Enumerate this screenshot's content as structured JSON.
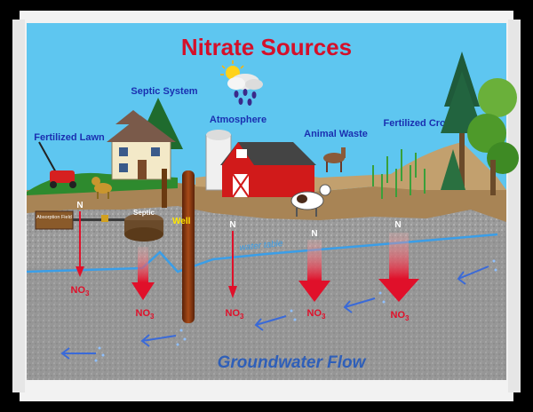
{
  "title": "Nitrate Sources",
  "sources": {
    "septic_system": "Septic System",
    "atmosphere": "Atmosphere",
    "fertilized_lawn": "Fertilized Lawn",
    "animal_waste": "Animal Waste",
    "fertilized_crop": "Fertilized Crop"
  },
  "labels": {
    "absorption_field": "Absorption Field",
    "septic": "Septic",
    "well": "Well",
    "water_table": "water table",
    "groundwater_flow": "Groundwater Flow",
    "nitrogen": "N",
    "nitrate": "NO",
    "nitrate_subscript": "3"
  },
  "colors": {
    "title": "#d4102a",
    "source_labels": "#1a2fb0",
    "sky": "#5ec6f0",
    "water_table": "#3a9ee8",
    "flow_text": "#2f5fb8",
    "arrow_red": "#e0102a",
    "well": "#8a3a10",
    "frame": "#ffffff"
  }
}
